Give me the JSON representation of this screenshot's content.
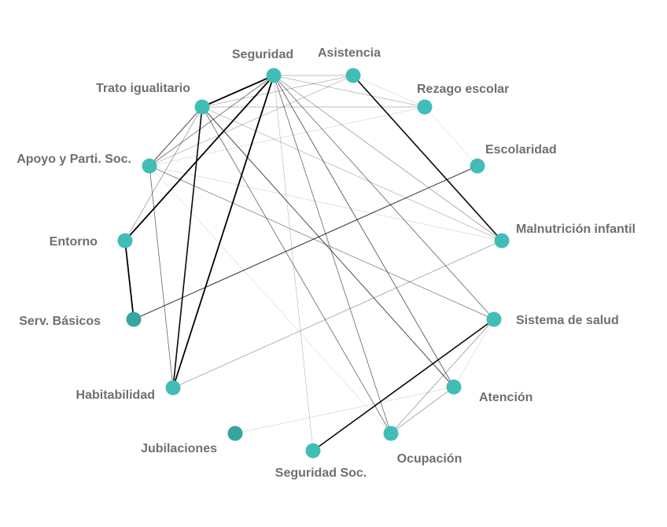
{
  "colors": {
    "node": "#41bdb8",
    "node_dark": "#36a5a0",
    "label": "#6f6f6f",
    "edge": "#000000"
  },
  "nodes": [
    {
      "id": "seguridad",
      "label": "Seguridad"
    },
    {
      "id": "asistencia",
      "label": "Asistencia"
    },
    {
      "id": "rezago",
      "label": "Rezago escolar"
    },
    {
      "id": "escolaridad",
      "label": "Escolaridad"
    },
    {
      "id": "malnutricion",
      "label": "Malnutrición infantil"
    },
    {
      "id": "salud",
      "label": "Sistema de salud"
    },
    {
      "id": "atencion",
      "label": "Atención"
    },
    {
      "id": "ocupacion",
      "label": "Ocupación"
    },
    {
      "id": "segsoc",
      "label": "Seguridad Soc."
    },
    {
      "id": "jubilaciones",
      "label": "Jubilaciones",
      "dark": true
    },
    {
      "id": "habitabilidad",
      "label": "Habitabilidad"
    },
    {
      "id": "servicios",
      "label": "Serv. Básicos",
      "dark": true
    },
    {
      "id": "entorno",
      "label": "Entorno"
    },
    {
      "id": "apoyo",
      "label": "Apoyo y Parti. Soc."
    },
    {
      "id": "trato",
      "label": "Trato igualitario"
    }
  ],
  "edges": [
    {
      "from": "seguridad",
      "to": "trato",
      "weight": 1.8
    },
    {
      "from": "seguridad",
      "to": "entorno",
      "weight": 1.8
    },
    {
      "from": "seguridad",
      "to": "habitabilidad",
      "weight": 1.8
    },
    {
      "from": "seguridad",
      "to": "apoyo",
      "weight": 0.8
    },
    {
      "from": "seguridad",
      "to": "asistencia",
      "weight": 0.6
    },
    {
      "from": "seguridad",
      "to": "rezago",
      "weight": 0.5
    },
    {
      "from": "seguridad",
      "to": "malnutricion",
      "weight": 0.6
    },
    {
      "from": "seguridad",
      "to": "salud",
      "weight": 0.8
    },
    {
      "from": "seguridad",
      "to": "atencion",
      "weight": 0.9
    },
    {
      "from": "seguridad",
      "to": "ocupacion",
      "weight": 0.8
    },
    {
      "from": "seguridad",
      "to": "segsoc",
      "weight": 0.4
    },
    {
      "from": "asistencia",
      "to": "malnutricion",
      "weight": 1.6
    },
    {
      "from": "asistencia",
      "to": "rezago",
      "weight": 0.3
    },
    {
      "from": "asistencia",
      "to": "trato",
      "weight": 0.5
    },
    {
      "from": "asistencia",
      "to": "apoyo",
      "weight": 0.5
    },
    {
      "from": "rezago",
      "to": "escolaridad",
      "weight": 0.3
    },
    {
      "from": "rezago",
      "to": "trato",
      "weight": 0.6
    },
    {
      "from": "rezago",
      "to": "apoyo",
      "weight": 0.3
    },
    {
      "from": "trato",
      "to": "apoyo",
      "weight": 1.0
    },
    {
      "from": "trato",
      "to": "entorno",
      "weight": 0.6
    },
    {
      "from": "trato",
      "to": "habitabilidad",
      "weight": 1.6
    },
    {
      "from": "trato",
      "to": "malnutricion",
      "weight": 0.5
    },
    {
      "from": "trato",
      "to": "atencion",
      "weight": 1.0
    },
    {
      "from": "trato",
      "to": "ocupacion",
      "weight": 0.8
    },
    {
      "from": "apoyo",
      "to": "habitabilidad",
      "weight": 0.8
    },
    {
      "from": "apoyo",
      "to": "salud",
      "weight": 0.7
    },
    {
      "from": "apoyo",
      "to": "ocupacion",
      "weight": 0.3
    },
    {
      "from": "apoyo",
      "to": "malnutricion",
      "weight": 0.3
    },
    {
      "from": "entorno",
      "to": "servicios",
      "weight": 1.8
    },
    {
      "from": "servicios",
      "to": "escolaridad",
      "weight": 1.1
    },
    {
      "from": "habitabilidad",
      "to": "malnutricion",
      "weight": 0.6
    },
    {
      "from": "salud",
      "to": "segsoc",
      "weight": 1.6
    },
    {
      "from": "salud",
      "to": "atencion",
      "weight": 0.3
    },
    {
      "from": "salud",
      "to": "ocupacion",
      "weight": 0.6
    },
    {
      "from": "atencion",
      "to": "ocupacion",
      "weight": 0.6
    },
    {
      "from": "atencion",
      "to": "jubilaciones",
      "weight": 0.3
    }
  ]
}
